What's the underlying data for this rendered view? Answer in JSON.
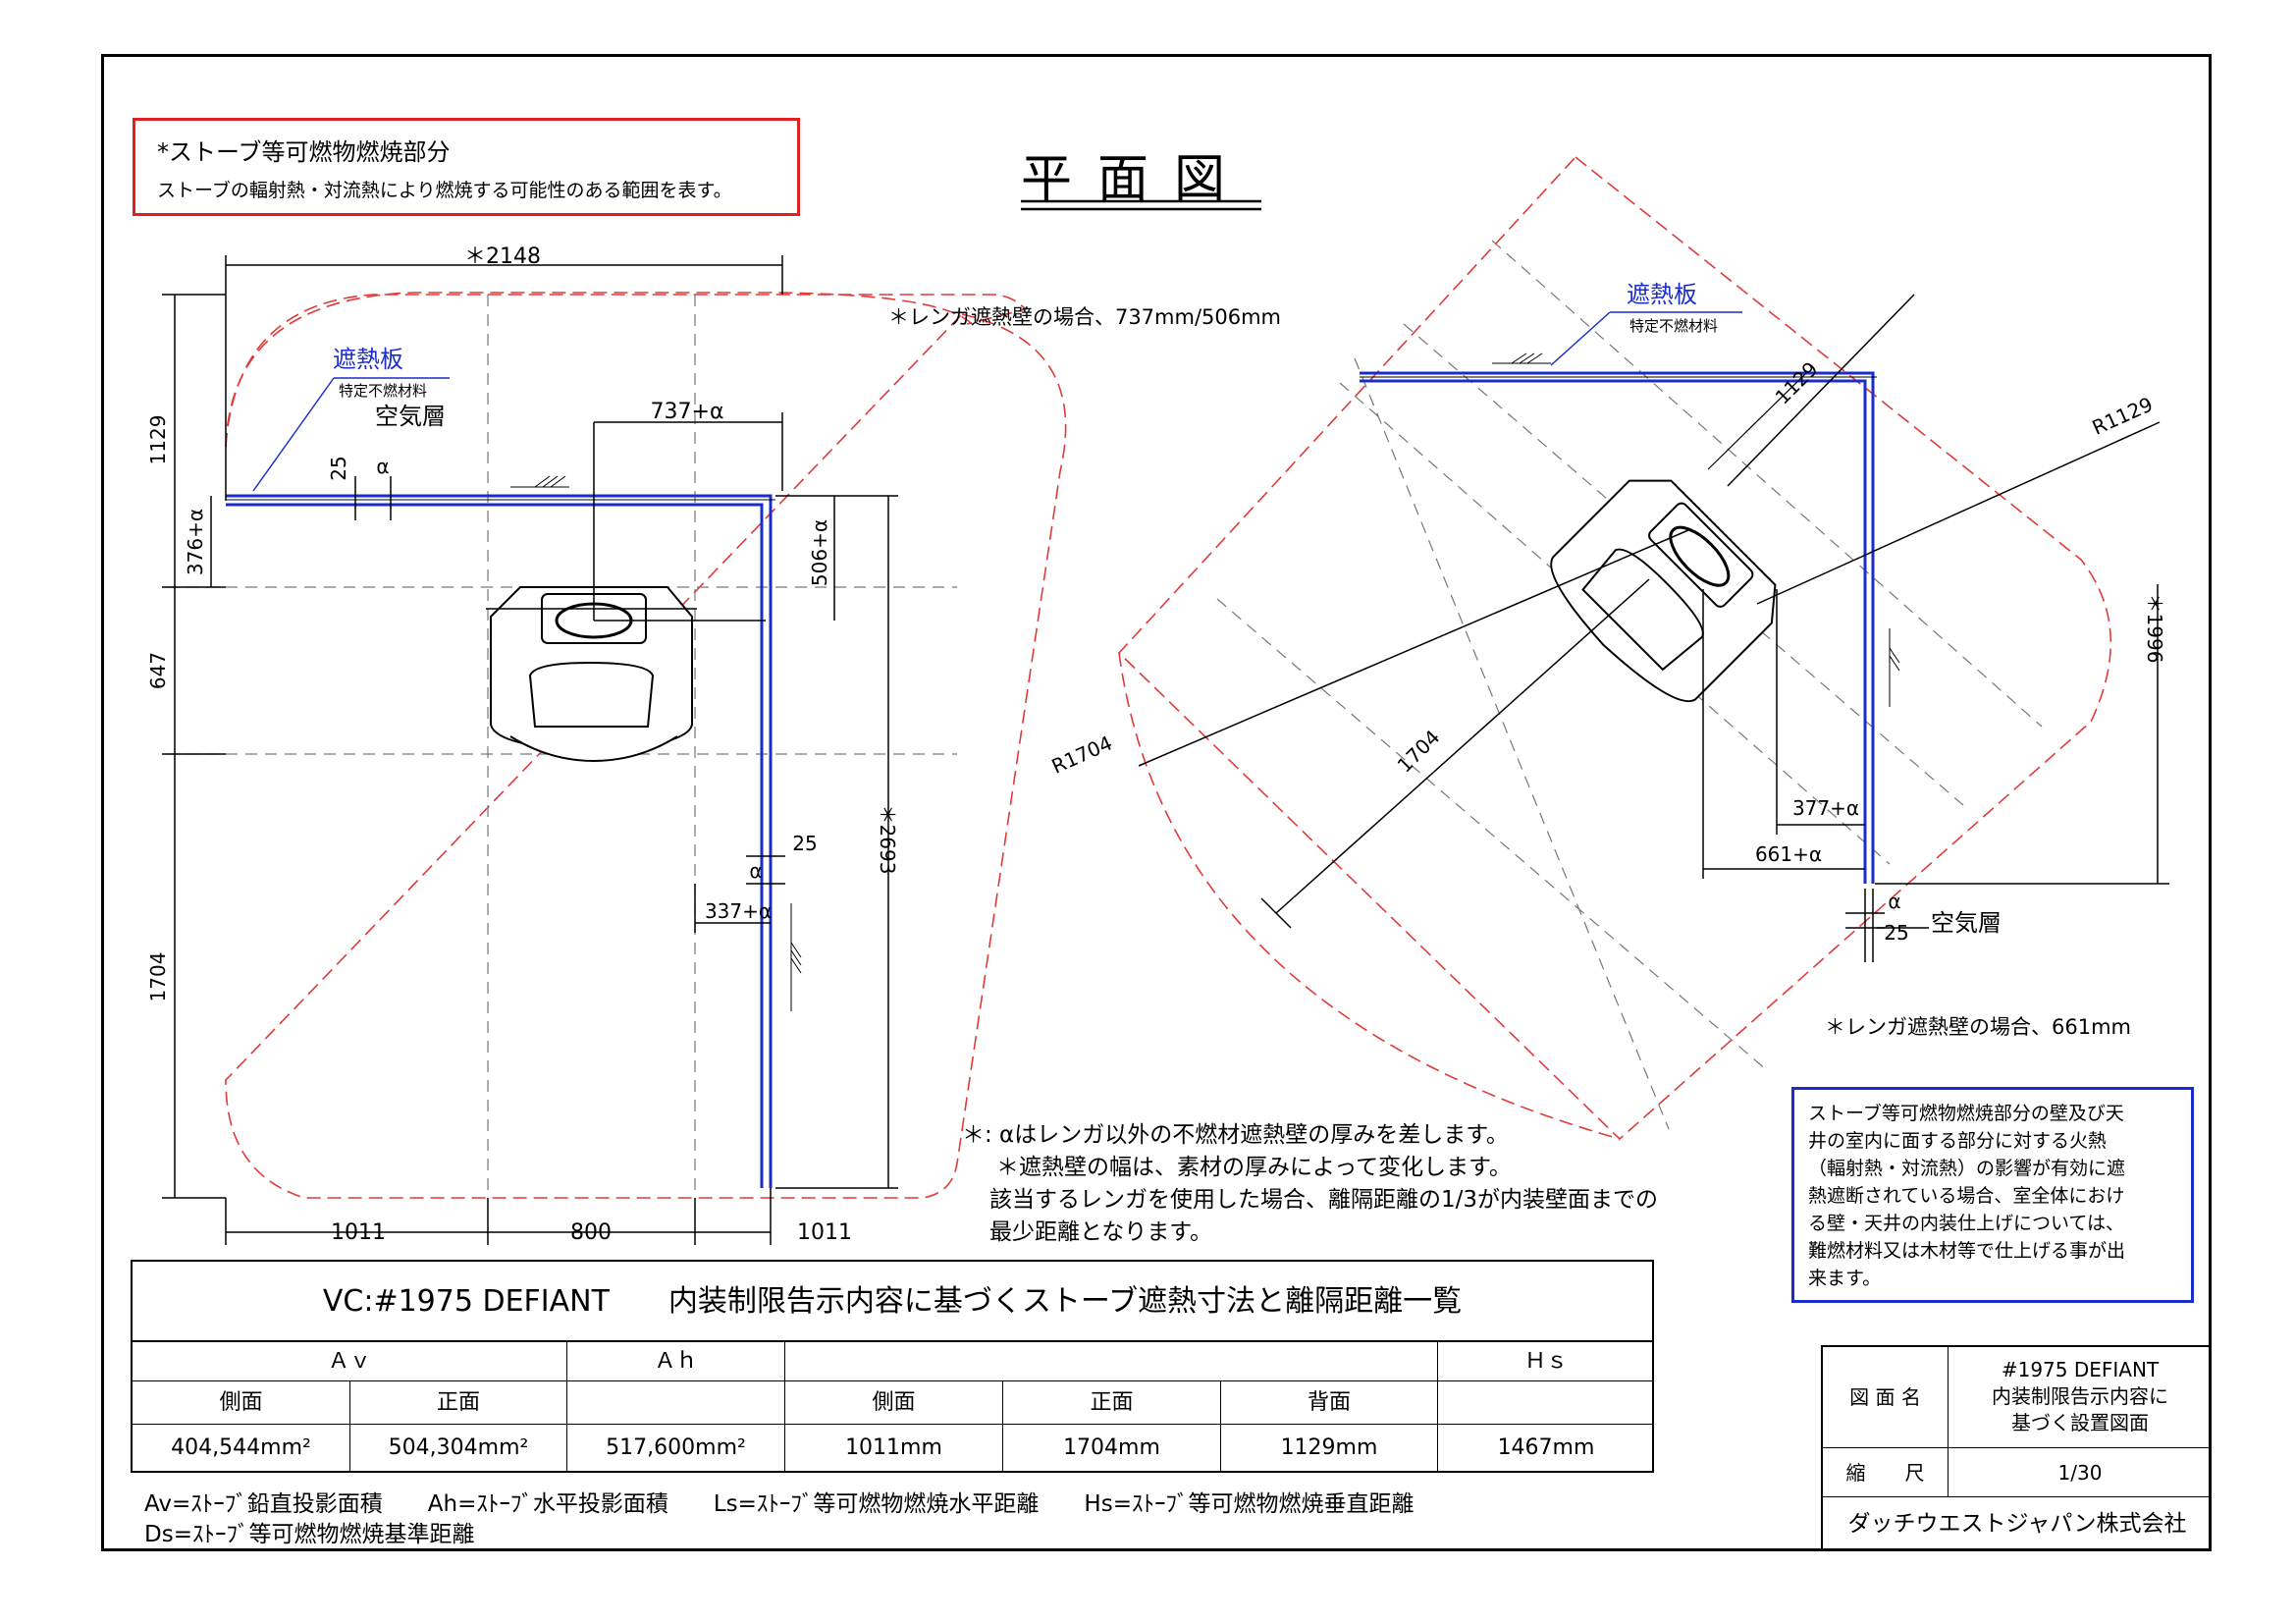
{
  "legend": {
    "title": "*ストーブ等可燃物燃焼部分",
    "description": "ストーブの輻射熱・対流熱により燃焼する可能性のある範囲を表す。"
  },
  "main_title": "平面図",
  "left_plan": {
    "dim_top": "＊2148",
    "brick_note": "＊レンガ遮熱壁の場合、737mm/506mm",
    "shield_label": "遮熱板",
    "shield_material": "特定不燃材料",
    "air_layer": "空気層",
    "dim_737": "737+α",
    "dim_25_top": "25",
    "dim_alpha_top": "α",
    "dim_1129": "1129",
    "dim_376": "376+α",
    "dim_506": "506+α",
    "dim_647": "647",
    "dim_1704": "1704",
    "dim_2693": "＊2693",
    "dim_25_right": "25",
    "dim_alpha_right": "α",
    "dim_337": "337+α",
    "bottom_dims": [
      "1011",
      "800",
      "1011"
    ]
  },
  "right_plan": {
    "shield_label": "遮熱板",
    "shield_material": "特定不燃材料",
    "dim_1129": "1129",
    "dim_r1129": "R1129",
    "dim_r1704": "R1704",
    "dim_1704": "1704",
    "dim_1996": "＊1996",
    "dim_377": "377+α",
    "dim_661": "661+α",
    "dim_alpha": "α",
    "dim_25": "25",
    "air_layer": "空気層",
    "brick_note": "＊レンガ遮熱壁の場合、661mm"
  },
  "notes": [
    "＊: αはレンガ以外の不燃材遮熱壁の厚みを差します。",
    "＊遮熱壁の幅は、素材の厚みによって変化します。",
    "該当するレンガを使用した場合、離隔距離の1/3が内装壁面までの",
    "最少距離となります。"
  ],
  "note_box": [
    "ストーブ等可燃物燃焼部分の壁及び天",
    "井の室内に面する部分に対する火熱",
    "（輻射熱・対流熱）の影響が有効に遮",
    "熱遮断されている場合、室全体におけ",
    "る壁・天井の内装仕上げについては、",
    "難燃材料又は木材等で仕上げる事が出",
    "来ます。"
  ],
  "table": {
    "title": "VC:#1975 DEFIANT　　内装制限告示内容に基づくストーブ遮熱寸法と離隔距離一覧",
    "groups": [
      "Ａｖ",
      "Ａｈ",
      "",
      "Ｈｓ"
    ],
    "headers": [
      "側面",
      "正面",
      "",
      "側面",
      "正面",
      "背面",
      ""
    ],
    "values": [
      "404,544mm²",
      "504,304mm²",
      "517,600mm²",
      "1011mm",
      "1704mm",
      "1129mm",
      "1467mm"
    ]
  },
  "abbrev": {
    "line1": "Av=ｽﾄｰﾌﾞ鉛直投影面積　　Ah=ｽﾄｰﾌﾞ水平投影面積　　Ls=ｽﾄｰﾌﾞ等可燃物燃焼水平距離　　Hs=ｽﾄｰﾌﾞ等可燃物燃焼垂直距離",
    "line2": "Ds=ｽﾄｰﾌﾞ等可燃物燃焼基準距離"
  },
  "title_block": {
    "drawing_name_label": "図 面 名",
    "drawing_name": [
      "#1975 DEFIANT",
      "内装制限告示内容に",
      "基づく設置図面"
    ],
    "scale_label": "縮　　尺",
    "scale": "1/30",
    "company": "ダッチウエストジャパン株式会社"
  },
  "colors": {
    "red_dashed": "#e03a3a",
    "blue_shield": "#1a2ccc",
    "black": "#000000"
  }
}
